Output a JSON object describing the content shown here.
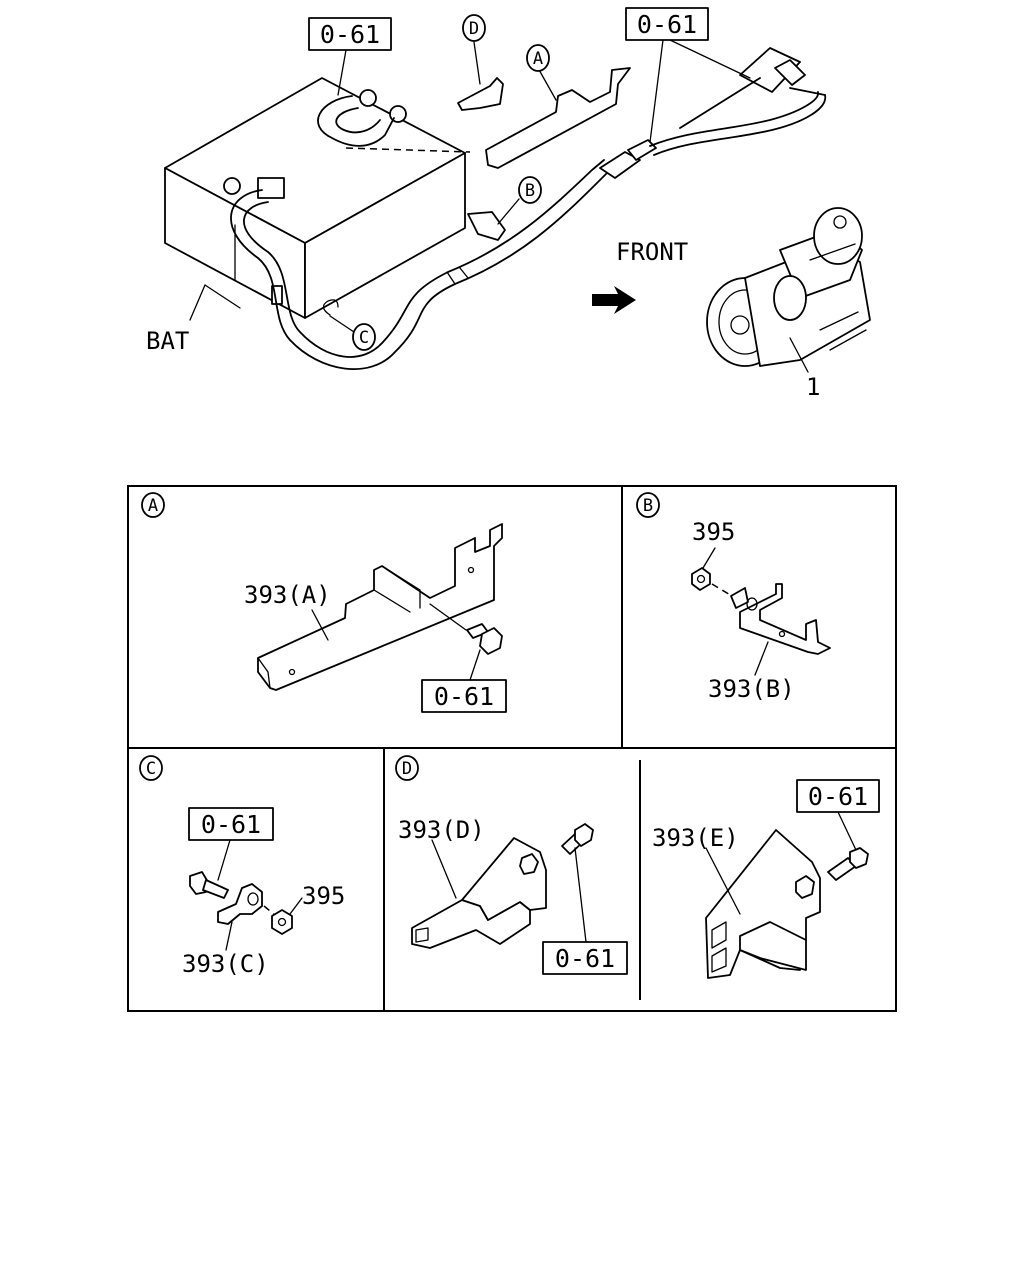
{
  "overview": {
    "ref_top_left": "0-61",
    "ref_top_right": "0-61",
    "bat_label": "BAT",
    "front_label": "FRONT",
    "part_1": "1",
    "callouts": {
      "a": "A",
      "b": "B",
      "c": "C",
      "d": "D"
    }
  },
  "panel_a": {
    "letter": "A",
    "part_label": "393(A)",
    "ref": "0-61"
  },
  "panel_b": {
    "letter": "B",
    "nut_label": "395",
    "part_label": "393(B)"
  },
  "panel_c": {
    "letter": "C",
    "ref": "0-61",
    "nut_label": "395",
    "part_label": "393(C)"
  },
  "panel_d": {
    "letter": "D",
    "part_label_d": "393(D)",
    "ref_d": "0-61",
    "part_label_e": "393(E)",
    "ref_e": "0-61"
  },
  "colors": {
    "ink": "#000000",
    "paper": "#ffffff"
  }
}
